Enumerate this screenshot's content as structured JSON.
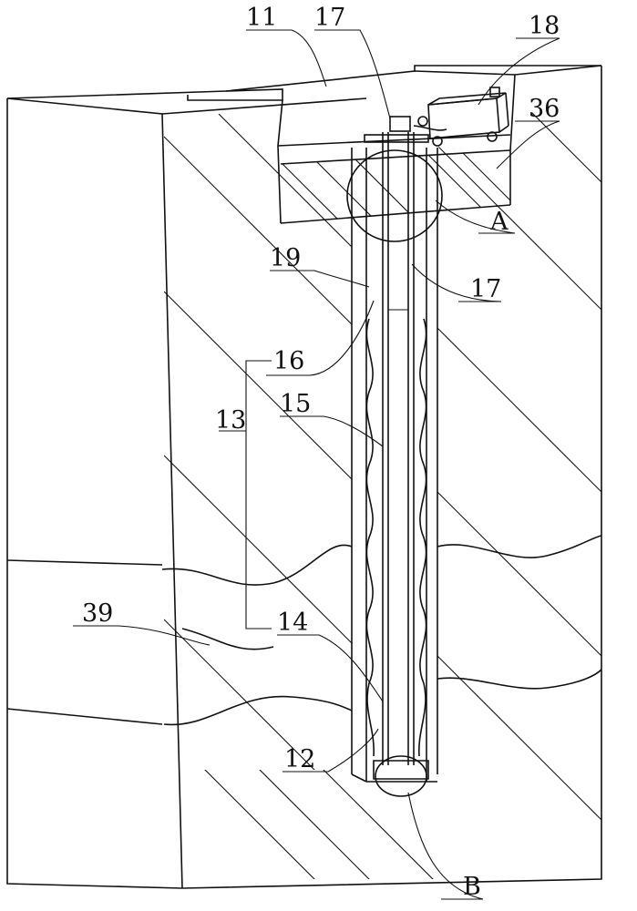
{
  "labels": {
    "l11": "11",
    "l17_top": "17",
    "l18": "18",
    "l36": "36",
    "lA": "A",
    "l19": "19",
    "l17_mid": "17",
    "l16": "16",
    "l13": "13",
    "l15": "15",
    "l39": "39",
    "l14": "14",
    "l12": "12",
    "lB": "B"
  }
}
